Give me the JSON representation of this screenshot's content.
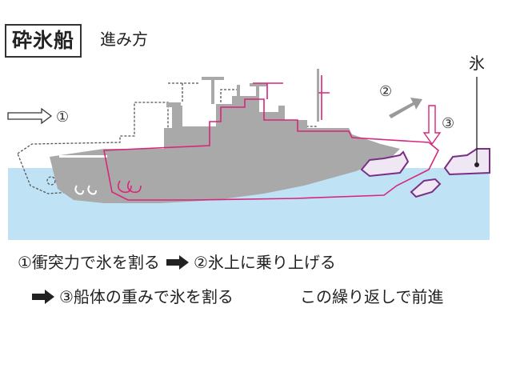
{
  "header": {
    "title": "砕氷船",
    "subtitle": "進み方"
  },
  "diagram": {
    "step1_label": "①",
    "step2_label": "②",
    "step3_label": "③",
    "ice_label": "氷",
    "colors": {
      "water": "#bfe3f5",
      "ship_gray": "#a9a9a9",
      "pink_outline": "#d8267a",
      "ice_fill": "#efe7f3",
      "ice_edge": "#7a2f86",
      "arrow_gray": "#9a9a9a"
    }
  },
  "captions": {
    "line1_part1": "①衝突力で氷を割る",
    "line1_part2": "②氷上に乗り上げる",
    "line2_part1": "③船体の重みで氷を割る",
    "line2_repeat": "この繰り返しで前進"
  }
}
